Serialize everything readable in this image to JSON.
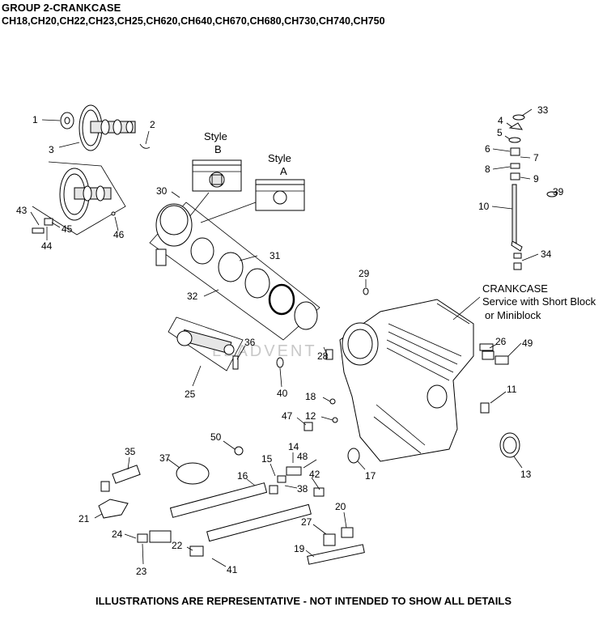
{
  "header": {
    "title": "GROUP 2-CRANKCASE",
    "models": "CH18,CH20,CH22,CH23,CH25,CH620,CH640,CH670,CH680,CH730,CH740,CH750"
  },
  "footer": "ILLUSTRATIONS ARE REPRESENTATIVE - NOT INTENDED TO SHOW ALL DETAILS",
  "watermark": "LEADVENT",
  "labels": {
    "style_b_1": "Style",
    "style_b_2": "B",
    "style_a_1": "Style",
    "style_a_2": "A",
    "crankcase_1": "CRANKCASE",
    "crankcase_2": "Service with Short Block",
    "crankcase_3": "or Miniblock"
  },
  "callouts": [
    "1",
    "2",
    "3",
    "4",
    "5",
    "6",
    "7",
    "8",
    "9",
    "10",
    "11",
    "12",
    "13",
    "14",
    "15",
    "16",
    "17",
    "18",
    "19",
    "20",
    "21",
    "22",
    "23",
    "24",
    "25",
    "26",
    "27",
    "28",
    "29",
    "30",
    "31",
    "32",
    "33",
    "34",
    "35",
    "36",
    "37",
    "38",
    "39",
    "40",
    "41",
    "42",
    "43",
    "44",
    "45",
    "46",
    "47",
    "48",
    "49",
    "50"
  ]
}
